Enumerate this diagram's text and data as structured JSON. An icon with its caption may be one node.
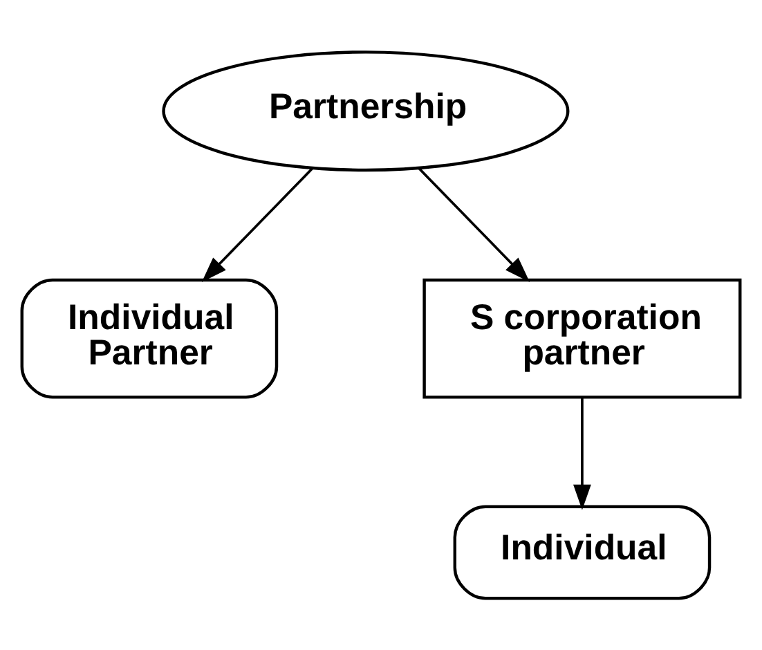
{
  "diagram": {
    "nodes": [
      {
        "text": [
          "Partnership"
        ]
      },
      {
        "text": [
          "Individual Partner"
        ]
      },
      {
        "text": [
          "S corporation partner"
        ]
      },
      {
        "text": [
          "Individual"
        ]
      }
    ],
    "edges": [
      {
        "from": 0,
        "to": 1,
        "arrow": "to"
      },
      {
        "from": 0,
        "to": 2,
        "arrow": "to"
      },
      {
        "from": 2,
        "to": 3,
        "arrow": "to"
      }
    ]
  }
}
